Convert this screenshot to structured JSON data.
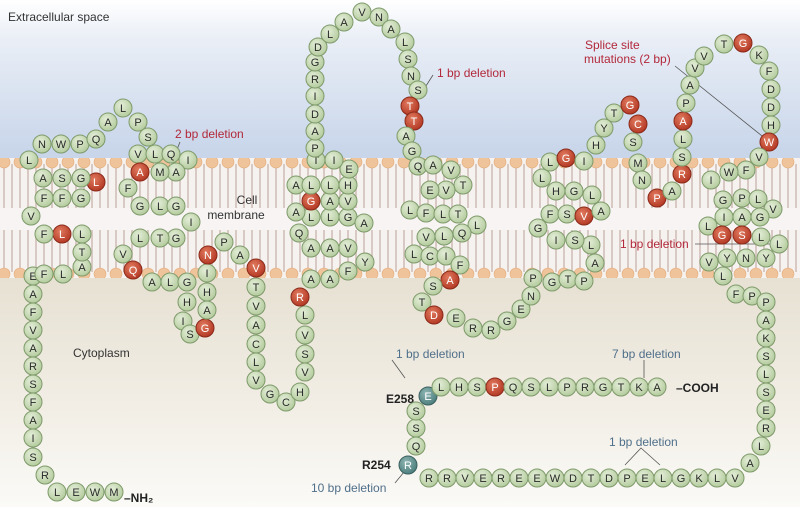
{
  "regions": {
    "extracellular": "Extracellular space",
    "membrane_line1": "Cell",
    "membrane_line2": "membrane",
    "cytoplasm": "Cytoplasm"
  },
  "colors": {
    "residue_normal": "#c9dbb6",
    "residue_mutated": "#c2452f",
    "residue_terminal_variant": "#5f8d8c",
    "annotation_red": "#b2283a",
    "annotation_blue": "#4f6f8a",
    "lipid_head": "#f0c49a"
  },
  "termini": {
    "n_terminus": "–NH₂",
    "c_terminus": "–COOH"
  },
  "residue_labels": {
    "e258": "E258",
    "r254": "R254"
  },
  "annotations": [
    {
      "text": "2 bp deletion",
      "color": "red"
    },
    {
      "text": "1 bp deletion",
      "color": "red"
    },
    {
      "text": "Splice site mutations (2 bp)",
      "line1": "Splice site",
      "line2": "mutations (2 bp)",
      "color": "red"
    },
    {
      "text": "1 bp deletion",
      "color": "red"
    },
    {
      "text": "1 bp deletion",
      "color": "blue"
    },
    {
      "text": "7 bp deletion",
      "color": "blue"
    },
    {
      "text": "1 bp deletion",
      "color": "blue"
    },
    {
      "text": "10 bp deletion",
      "color": "blue"
    }
  ],
  "residues": [
    {
      "aa": "M",
      "s": "n"
    },
    {
      "aa": "W",
      "s": "n"
    },
    {
      "aa": "E",
      "s": "n"
    },
    {
      "aa": "L",
      "s": "n"
    },
    {
      "aa": "R",
      "s": "n"
    },
    {
      "aa": "S",
      "s": "n"
    },
    {
      "aa": "I",
      "s": "n"
    },
    {
      "aa": "A",
      "s": "n"
    },
    {
      "aa": "F",
      "s": "n"
    },
    {
      "aa": "S",
      "s": "n"
    },
    {
      "aa": "R",
      "s": "n"
    },
    {
      "aa": "A",
      "s": "n"
    },
    {
      "aa": "V",
      "s": "n"
    },
    {
      "aa": "F",
      "s": "n"
    },
    {
      "aa": "A",
      "s": "n"
    },
    {
      "aa": "E",
      "s": "n"
    },
    {
      "aa": "F",
      "s": "n"
    },
    {
      "aa": "L",
      "s": "n"
    },
    {
      "aa": "A",
      "s": "n"
    },
    {
      "aa": "T",
      "s": "n"
    },
    {
      "aa": "L",
      "s": "n"
    },
    {
      "aa": "L",
      "s": "m"
    },
    {
      "aa": "F",
      "s": "n"
    },
    {
      "aa": "V",
      "s": "n"
    },
    {
      "aa": "F",
      "s": "n"
    },
    {
      "aa": "F",
      "s": "n"
    },
    {
      "aa": "G",
      "s": "n"
    },
    {
      "aa": "L",
      "s": "m"
    },
    {
      "aa": "G",
      "s": "n"
    },
    {
      "aa": "S",
      "s": "n"
    },
    {
      "aa": "A",
      "s": "n"
    },
    {
      "aa": "L",
      "s": "n"
    },
    {
      "aa": "N",
      "s": "n"
    },
    {
      "aa": "W",
      "s": "n"
    },
    {
      "aa": "P",
      "s": "n"
    },
    {
      "aa": "Q",
      "s": "n"
    },
    {
      "aa": "A",
      "s": "n"
    },
    {
      "aa": "L",
      "s": "n"
    },
    {
      "aa": "P",
      "s": "n"
    },
    {
      "aa": "S",
      "s": "n"
    },
    {
      "aa": "V",
      "s": "n"
    },
    {
      "aa": "L",
      "s": "n"
    },
    {
      "aa": "Q",
      "s": "n"
    },
    {
      "aa": "I",
      "s": "n"
    },
    {
      "aa": "A",
      "s": "n"
    },
    {
      "aa": "M",
      "s": "n"
    },
    {
      "aa": "A",
      "s": "m"
    },
    {
      "aa": "F",
      "s": "n"
    },
    {
      "aa": "G",
      "s": "n"
    },
    {
      "aa": "L",
      "s": "n"
    },
    {
      "aa": "G",
      "s": "n"
    },
    {
      "aa": "I",
      "s": "n"
    },
    {
      "aa": "G",
      "s": "n"
    },
    {
      "aa": "T",
      "s": "n"
    },
    {
      "aa": "L",
      "s": "n"
    },
    {
      "aa": "V",
      "s": "n"
    },
    {
      "aa": "Q",
      "s": "m"
    },
    {
      "aa": "A",
      "s": "n"
    },
    {
      "aa": "L",
      "s": "n"
    },
    {
      "aa": "G",
      "s": "n"
    },
    {
      "aa": "H",
      "s": "n"
    },
    {
      "aa": "I",
      "s": "n"
    },
    {
      "aa": "S",
      "s": "n"
    },
    {
      "aa": "G",
      "s": "m"
    },
    {
      "aa": "A",
      "s": "n"
    },
    {
      "aa": "H",
      "s": "n"
    },
    {
      "aa": "I",
      "s": "n"
    },
    {
      "aa": "N",
      "s": "m"
    },
    {
      "aa": "P",
      "s": "n"
    },
    {
      "aa": "A",
      "s": "n"
    },
    {
      "aa": "V",
      "s": "m"
    },
    {
      "aa": "T",
      "s": "n"
    },
    {
      "aa": "V",
      "s": "n"
    },
    {
      "aa": "A",
      "s": "n"
    },
    {
      "aa": "C",
      "s": "n"
    },
    {
      "aa": "L",
      "s": "n"
    },
    {
      "aa": "V",
      "s": "n"
    },
    {
      "aa": "G",
      "s": "n"
    },
    {
      "aa": "C",
      "s": "n"
    },
    {
      "aa": "H",
      "s": "n"
    },
    {
      "aa": "V",
      "s": "n"
    },
    {
      "aa": "S",
      "s": "n"
    },
    {
      "aa": "V",
      "s": "n"
    },
    {
      "aa": "L",
      "s": "n"
    },
    {
      "aa": "R",
      "s": "m"
    },
    {
      "aa": "A",
      "s": "n"
    },
    {
      "aa": "A",
      "s": "n"
    },
    {
      "aa": "F",
      "s": "n"
    },
    {
      "aa": "Y",
      "s": "n"
    },
    {
      "aa": "V",
      "s": "n"
    },
    {
      "aa": "A",
      "s": "n"
    },
    {
      "aa": "A",
      "s": "n"
    },
    {
      "aa": "Q",
      "s": "n"
    },
    {
      "aa": "L",
      "s": "n"
    },
    {
      "aa": "L",
      "s": "n"
    },
    {
      "aa": "G",
      "s": "n"
    },
    {
      "aa": "A",
      "s": "n"
    },
    {
      "aa": "V",
      "s": "n"
    },
    {
      "aa": "A",
      "s": "n"
    },
    {
      "aa": "G",
      "s": "m"
    },
    {
      "aa": "A",
      "s": "n"
    },
    {
      "aa": "A",
      "s": "n"
    },
    {
      "aa": "L",
      "s": "n"
    },
    {
      "aa": "L",
      "s": "n"
    },
    {
      "aa": "H",
      "s": "n"
    },
    {
      "aa": "E",
      "s": "n"
    },
    {
      "aa": "I",
      "s": "n"
    },
    {
      "aa": "T",
      "s": "n"
    },
    {
      "aa": "P",
      "s": "n"
    },
    {
      "aa": "A",
      "s": "n"
    },
    {
      "aa": "D",
      "s": "n"
    },
    {
      "aa": "I",
      "s": "n"
    },
    {
      "aa": "R",
      "s": "n"
    },
    {
      "aa": "G",
      "s": "n"
    },
    {
      "aa": "D",
      "s": "n"
    },
    {
      "aa": "L",
      "s": "n"
    },
    {
      "aa": "A",
      "s": "n"
    },
    {
      "aa": "V",
      "s": "n"
    },
    {
      "aa": "N",
      "s": "n"
    },
    {
      "aa": "A",
      "s": "n"
    },
    {
      "aa": "L",
      "s": "n"
    },
    {
      "aa": "S",
      "s": "n"
    },
    {
      "aa": "N",
      "s": "n"
    },
    {
      "aa": "S",
      "s": "n"
    },
    {
      "aa": "T",
      "s": "m"
    },
    {
      "aa": "T",
      "s": "m"
    },
    {
      "aa": "A",
      "s": "n"
    },
    {
      "aa": "G",
      "s": "n"
    },
    {
      "aa": "Q",
      "s": "n"
    },
    {
      "aa": "A",
      "s": "n"
    },
    {
      "aa": "V",
      "s": "n"
    },
    {
      "aa": "T",
      "s": "n"
    },
    {
      "aa": "V",
      "s": "n"
    },
    {
      "aa": "E",
      "s": "n"
    },
    {
      "aa": "L",
      "s": "n"
    },
    {
      "aa": "F",
      "s": "n"
    },
    {
      "aa": "L",
      "s": "n"
    },
    {
      "aa": "T",
      "s": "n"
    },
    {
      "aa": "L",
      "s": "n"
    },
    {
      "aa": "Q",
      "s": "n"
    },
    {
      "aa": "L",
      "s": "n"
    },
    {
      "aa": "V",
      "s": "n"
    },
    {
      "aa": "L",
      "s": "n"
    },
    {
      "aa": "C",
      "s": "n"
    },
    {
      "aa": "I",
      "s": "n"
    },
    {
      "aa": "F",
      "s": "n"
    },
    {
      "aa": "A",
      "s": "m"
    },
    {
      "aa": "S",
      "s": "n"
    },
    {
      "aa": "T",
      "s": "n"
    },
    {
      "aa": "D",
      "s": "m"
    },
    {
      "aa": "E",
      "s": "n"
    },
    {
      "aa": "R",
      "s": "n"
    },
    {
      "aa": "R",
      "s": "n"
    },
    {
      "aa": "G",
      "s": "n"
    },
    {
      "aa": "E",
      "s": "n"
    },
    {
      "aa": "N",
      "s": "n"
    },
    {
      "aa": "P",
      "s": "n"
    },
    {
      "aa": "G",
      "s": "n"
    },
    {
      "aa": "T",
      "s": "n"
    },
    {
      "aa": "P",
      "s": "n"
    },
    {
      "aa": "A",
      "s": "n"
    },
    {
      "aa": "L",
      "s": "n"
    },
    {
      "aa": "S",
      "s": "n"
    },
    {
      "aa": "I",
      "s": "n"
    },
    {
      "aa": "G",
      "s": "n"
    },
    {
      "aa": "F",
      "s": "n"
    },
    {
      "aa": "S",
      "s": "n"
    },
    {
      "aa": "V",
      "s": "m"
    },
    {
      "aa": "A",
      "s": "n"
    },
    {
      "aa": "L",
      "s": "n"
    },
    {
      "aa": "G",
      "s": "n"
    },
    {
      "aa": "H",
      "s": "n"
    },
    {
      "aa": "L",
      "s": "n"
    },
    {
      "aa": "L",
      "s": "n"
    },
    {
      "aa": "G",
      "s": "m"
    },
    {
      "aa": "I",
      "s": "n"
    },
    {
      "aa": "H",
      "s": "n"
    },
    {
      "aa": "Y",
      "s": "n"
    },
    {
      "aa": "T",
      "s": "n"
    },
    {
      "aa": "G",
      "s": "m"
    },
    {
      "aa": "C",
      "s": "m"
    },
    {
      "aa": "S",
      "s": "n"
    },
    {
      "aa": "M",
      "s": "n"
    },
    {
      "aa": "N",
      "s": "n"
    },
    {
      "aa": "P",
      "s": "m"
    },
    {
      "aa": "A",
      "s": "n"
    },
    {
      "aa": "R",
      "s": "m"
    },
    {
      "aa": "S",
      "s": "n"
    },
    {
      "aa": "L",
      "s": "n"
    },
    {
      "aa": "A",
      "s": "m"
    },
    {
      "aa": "P",
      "s": "n"
    },
    {
      "aa": "A",
      "s": "n"
    },
    {
      "aa": "V",
      "s": "n"
    },
    {
      "aa": "V",
      "s": "n"
    },
    {
      "aa": "T",
      "s": "n"
    },
    {
      "aa": "G",
      "s": "m"
    },
    {
      "aa": "K",
      "s": "n"
    },
    {
      "aa": "F",
      "s": "n"
    },
    {
      "aa": "D",
      "s": "n"
    },
    {
      "aa": "D",
      "s": "n"
    },
    {
      "aa": "H",
      "s": "n"
    },
    {
      "aa": "W",
      "s": "m"
    },
    {
      "aa": "V",
      "s": "n"
    },
    {
      "aa": "F",
      "s": "n"
    },
    {
      "aa": "W",
      "s": "n"
    },
    {
      "aa": "I",
      "s": "n"
    },
    {
      "aa": "G",
      "s": "n"
    },
    {
      "aa": "P",
      "s": "n"
    },
    {
      "aa": "L",
      "s": "n"
    },
    {
      "aa": "V",
      "s": "n"
    },
    {
      "aa": "G",
      "s": "n"
    },
    {
      "aa": "A",
      "s": "n"
    },
    {
      "aa": "I",
      "s": "n"
    },
    {
      "aa": "L",
      "s": "n"
    },
    {
      "aa": "G",
      "s": "m"
    },
    {
      "aa": "S",
      "s": "m"
    },
    {
      "aa": "L",
      "s": "n"
    },
    {
      "aa": "L",
      "s": "n"
    },
    {
      "aa": "Y",
      "s": "n"
    },
    {
      "aa": "N",
      "s": "n"
    },
    {
      "aa": "Y",
      "s": "n"
    },
    {
      "aa": "V",
      "s": "n"
    },
    {
      "aa": "L",
      "s": "n"
    },
    {
      "aa": "F",
      "s": "n"
    },
    {
      "aa": "P",
      "s": "n"
    },
    {
      "aa": "P",
      "s": "n"
    },
    {
      "aa": "A",
      "s": "n"
    },
    {
      "aa": "K",
      "s": "n"
    },
    {
      "aa": "S",
      "s": "n"
    },
    {
      "aa": "L",
      "s": "n"
    },
    {
      "aa": "S",
      "s": "n"
    },
    {
      "aa": "E",
      "s": "n"
    },
    {
      "aa": "R",
      "s": "n"
    },
    {
      "aa": "L",
      "s": "n"
    },
    {
      "aa": "A",
      "s": "n"
    },
    {
      "aa": "V",
      "s": "n"
    },
    {
      "aa": "L",
      "s": "n"
    },
    {
      "aa": "K",
      "s": "n"
    },
    {
      "aa": "G",
      "s": "n"
    },
    {
      "aa": "L",
      "s": "n"
    },
    {
      "aa": "E",
      "s": "n"
    },
    {
      "aa": "P",
      "s": "n"
    },
    {
      "aa": "D",
      "s": "n"
    },
    {
      "aa": "T",
      "s": "n"
    },
    {
      "aa": "D",
      "s": "n"
    },
    {
      "aa": "W",
      "s": "n"
    },
    {
      "aa": "E",
      "s": "n"
    },
    {
      "aa": "E",
      "s": "n"
    },
    {
      "aa": "R",
      "s": "n"
    },
    {
      "aa": "E",
      "s": "n"
    },
    {
      "aa": "V",
      "s": "n"
    },
    {
      "aa": "R",
      "s": "n"
    },
    {
      "aa": "R",
      "s": "n"
    },
    {
      "aa": "R",
      "s": "t"
    },
    {
      "aa": "Q",
      "s": "n"
    },
    {
      "aa": "S",
      "s": "n"
    },
    {
      "aa": "S",
      "s": "n"
    },
    {
      "aa": "E",
      "s": "t"
    },
    {
      "aa": "L",
      "s": "n"
    },
    {
      "aa": "H",
      "s": "n"
    },
    {
      "aa": "S",
      "s": "n"
    },
    {
      "aa": "P",
      "s": "m"
    },
    {
      "aa": "Q",
      "s": "n"
    },
    {
      "aa": "S",
      "s": "n"
    },
    {
      "aa": "L",
      "s": "n"
    },
    {
      "aa": "P",
      "s": "n"
    },
    {
      "aa": "R",
      "s": "n"
    },
    {
      "aa": "G",
      "s": "n"
    },
    {
      "aa": "T",
      "s": "n"
    },
    {
      "aa": "K",
      "s": "n"
    },
    {
      "aa": "A",
      "s": "n"
    }
  ]
}
